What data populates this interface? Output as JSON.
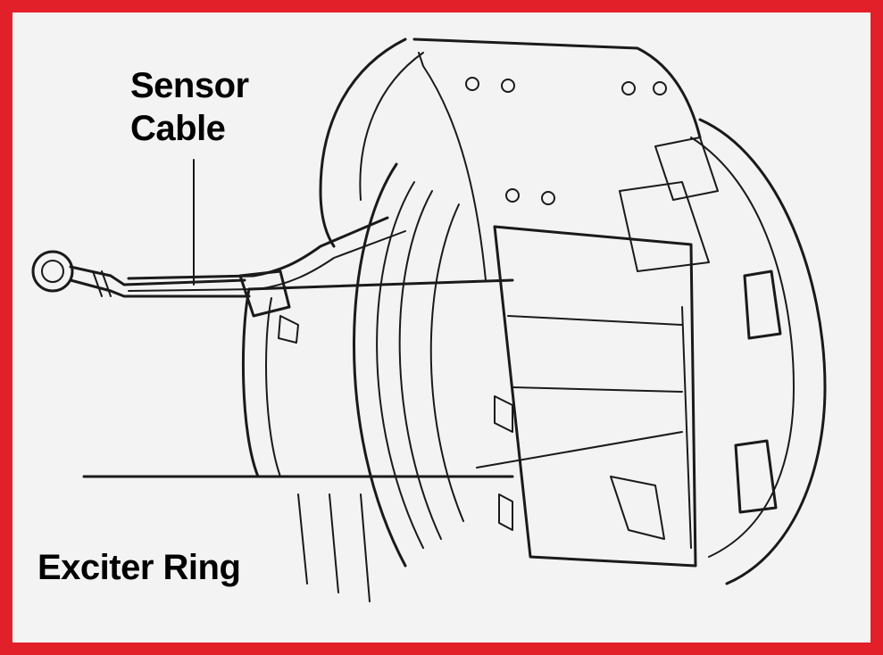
{
  "labels": {
    "sensor_line1": "Sensor",
    "sensor_line2": "Cable",
    "exciter": "Exciter Ring"
  },
  "colors": {
    "frame": "#e2202a",
    "background": "#f3f3f3",
    "ink": "#1a1a1a"
  },
  "icons": {
    "illustration": "wheel-hub-abs-sensor-drawing"
  }
}
